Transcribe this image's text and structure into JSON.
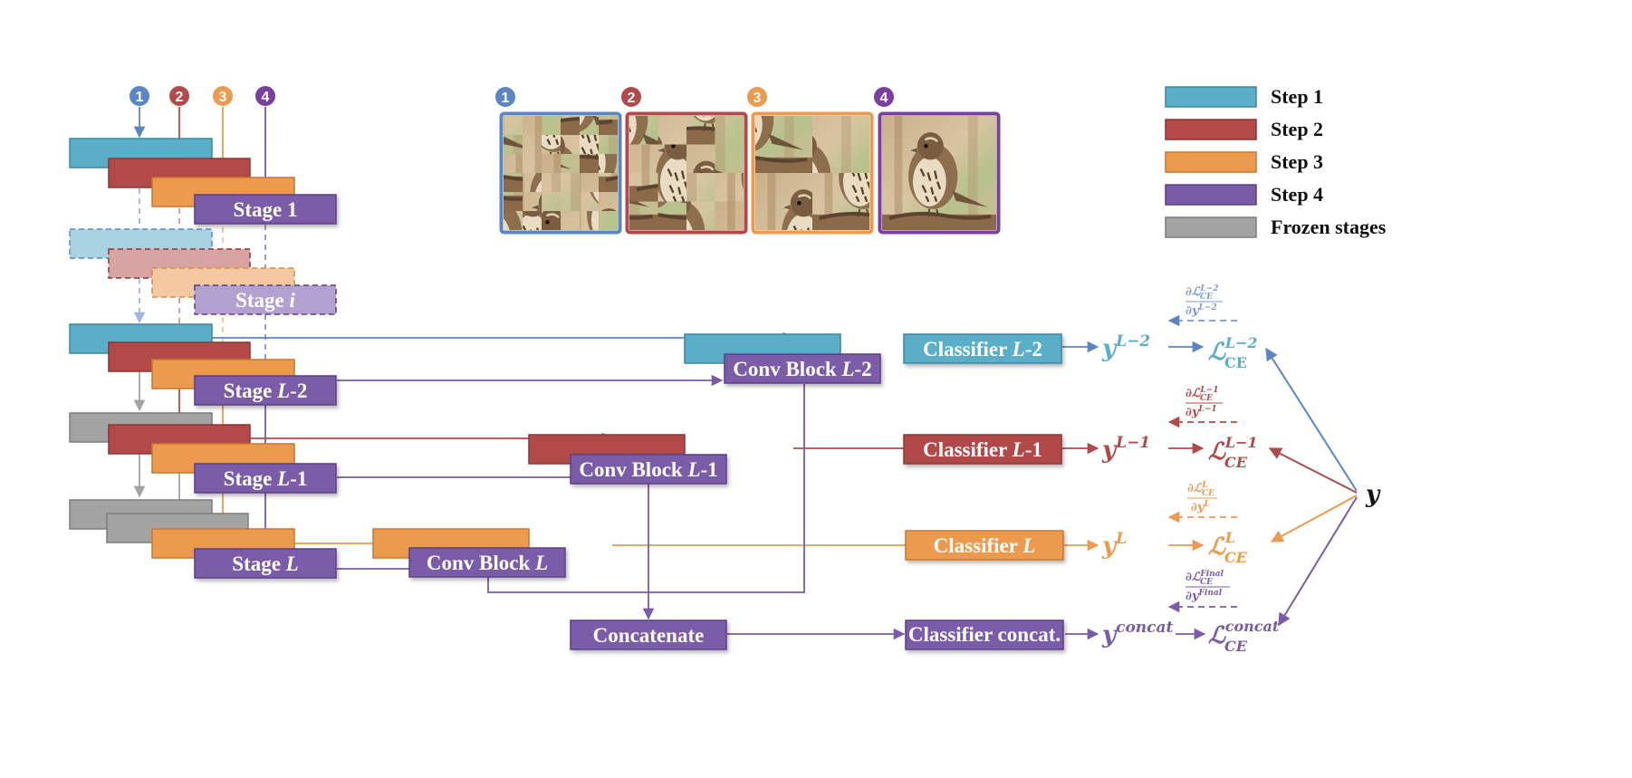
{
  "colors": {
    "step1": "#5aaec8",
    "step2": "#b24a4a",
    "step3": "#ec9a4e",
    "step4": "#7a5ba8",
    "frozen": "#a3a3a3",
    "blue_line": "#5b86c4",
    "purple_line": "#7a5ba8"
  },
  "step_markers": [
    "1",
    "2",
    "3",
    "4"
  ],
  "stages": {
    "stage1": "Stage 1",
    "stage_i_prefix": "Stage ",
    "stage_i_var": "i",
    "stage_l2_prefix": "Stage ",
    "stage_l2_var": "L",
    "stage_l2_suffix": "-2",
    "stage_l1_prefix": "Stage ",
    "stage_l1_var": "L",
    "stage_l1_suffix": "-1",
    "stage_l_prefix": "Stage ",
    "stage_l_var": "L"
  },
  "conv_blocks": {
    "l2_prefix": "Conv Block ",
    "l2_var": "L",
    "l2_suffix": "-2",
    "l1_prefix": "Conv Block ",
    "l1_var": "L",
    "l1_suffix": "-1",
    "l_prefix": "Conv Block ",
    "l_var": "L"
  },
  "concat_label": "Concatenate",
  "classifiers": {
    "l2_prefix": "Classifier ",
    "l2_var": "L",
    "l2_suffix": "-2",
    "l1_prefix": "Classifier ",
    "l1_var": "L",
    "l1_suffix": "-1",
    "l_prefix": "Classifier ",
    "l_var": "L",
    "concat": "Classifier concat."
  },
  "outputs": {
    "y_base": "y",
    "y_l2_sup": "L−2",
    "y_l1_sup": "L−1",
    "y_l_sup": "L",
    "y_concat_sup": "concat"
  },
  "losses": {
    "base": "ℒ",
    "l2_sup": "L−2",
    "l2_sub": "CE",
    "l1_sup": "L−1",
    "l1_sub": "CE",
    "l_sup": "L",
    "l_sub": "CE",
    "concat_sup": "concat",
    "concat_sub": "CE"
  },
  "gradients": {
    "partial": "∂",
    "l2_num_sup": "L−2",
    "l2_num_sub": "CE",
    "l2_den_sup": "L−2",
    "l1_num_sup": "L−1",
    "l1_num_sub": "CE",
    "l1_den_sup": "L−1",
    "l_num_sup": "L",
    "l_num_sub": "CE",
    "l_den_sup": "L",
    "final_num_sup": "Final",
    "final_num_sub": "CE",
    "final_den_sup": "Final"
  },
  "target_label": "y",
  "legend": [
    {
      "label": "Step 1",
      "color": "#5aaec8",
      "border": "#3f86a0"
    },
    {
      "label": "Step 2",
      "color": "#b24a4a",
      "border": "#8c3535"
    },
    {
      "label": "Step 3",
      "color": "#ec9a4e",
      "border": "#c9772e"
    },
    {
      "label": "Step 4",
      "color": "#7a5ba8",
      "border": "#5a3f86"
    },
    {
      "label": "Frozen stages",
      "color": "#a3a3a3",
      "border": "#7d7d7d"
    }
  ],
  "image_frames": [
    {
      "num": "1",
      "color": "#5b86c4",
      "grid": 6
    },
    {
      "num": "2",
      "color": "#b24a4a",
      "grid": 4
    },
    {
      "num": "3",
      "color": "#ec9a4e",
      "grid": 2
    },
    {
      "num": "4",
      "color": "#7a3fa0",
      "grid": 1
    }
  ]
}
